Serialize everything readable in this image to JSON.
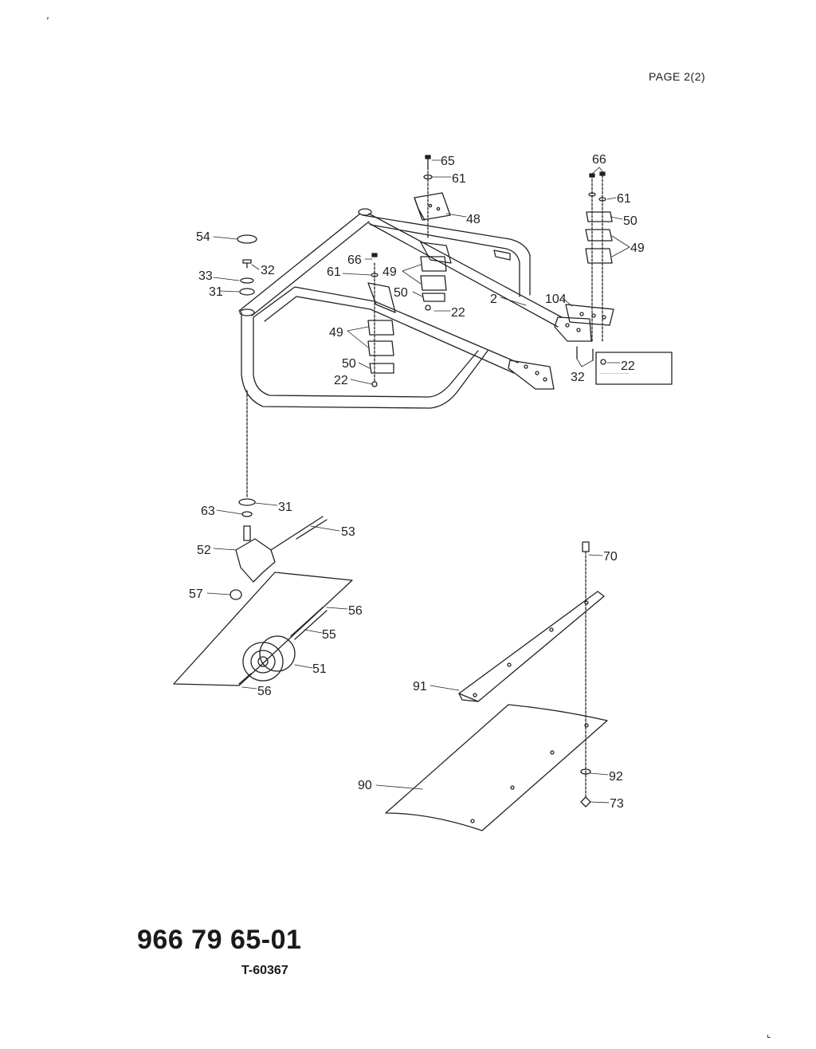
{
  "page_label": "PAGE 2(2)",
  "part_number": "966 79 65-01",
  "drawing_ref": "T-60367",
  "callouts": [
    {
      "id": "c65",
      "label": "65"
    },
    {
      "id": "c61a",
      "label": "61"
    },
    {
      "id": "c48",
      "label": "48"
    },
    {
      "id": "c66a",
      "label": "66"
    },
    {
      "id": "c61b",
      "label": "61"
    },
    {
      "id": "c50a",
      "label": "50"
    },
    {
      "id": "c49a",
      "label": "49"
    },
    {
      "id": "c54",
      "label": "54"
    },
    {
      "id": "c32a",
      "label": "32"
    },
    {
      "id": "c33",
      "label": "33"
    },
    {
      "id": "c31a",
      "label": "31"
    },
    {
      "id": "c66b",
      "label": "66"
    },
    {
      "id": "c61c",
      "label": "61"
    },
    {
      "id": "c49b",
      "label": "49"
    },
    {
      "id": "c50b",
      "label": "50"
    },
    {
      "id": "c22a",
      "label": "22"
    },
    {
      "id": "c2",
      "label": "2"
    },
    {
      "id": "c104",
      "label": "104"
    },
    {
      "id": "c49c",
      "label": "49"
    },
    {
      "id": "c50c",
      "label": "50"
    },
    {
      "id": "c22b",
      "label": "22"
    },
    {
      "id": "c22c",
      "label": "22"
    },
    {
      "id": "c32b",
      "label": "32"
    },
    {
      "id": "c31b",
      "label": "31"
    },
    {
      "id": "c63",
      "label": "63"
    },
    {
      "id": "c53",
      "label": "53"
    },
    {
      "id": "c52",
      "label": "52"
    },
    {
      "id": "c57",
      "label": "57"
    },
    {
      "id": "c56a",
      "label": "56"
    },
    {
      "id": "c55",
      "label": "55"
    },
    {
      "id": "c51",
      "label": "51"
    },
    {
      "id": "c56b",
      "label": "56"
    },
    {
      "id": "c70",
      "label": "70"
    },
    {
      "id": "c91",
      "label": "91"
    },
    {
      "id": "c92",
      "label": "92"
    },
    {
      "id": "c90",
      "label": "90"
    },
    {
      "id": "c73",
      "label": "73"
    }
  ]
}
